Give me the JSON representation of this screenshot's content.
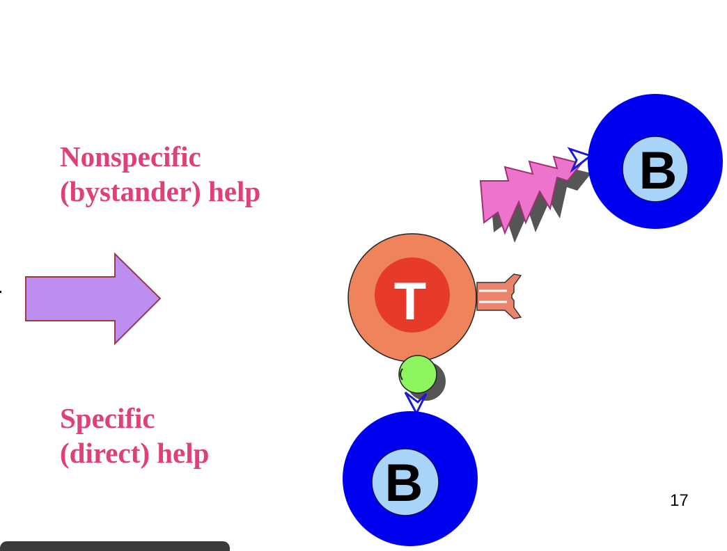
{
  "labels": {
    "nonspecific_line1": "Nonspecific",
    "nonspecific_line2": "(bystander) help",
    "specific_line1": "Specific",
    "specific_line2": "(direct) help"
  },
  "cells": {
    "t_cell": "T",
    "b_cell_top": "B",
    "b_cell_bottom": "B"
  },
  "page_number": "17",
  "colors": {
    "label_text": "#e0407a",
    "arrow_fill": "#bb8ef0",
    "t_outer": "#ee835c",
    "t_inner": "#e63a2a",
    "b_outer": "#0000f0",
    "b_inner": "#a8d4f8",
    "cytokine": "#ec74cc",
    "contact": "#8cf560",
    "receptor": "#e9836b"
  }
}
